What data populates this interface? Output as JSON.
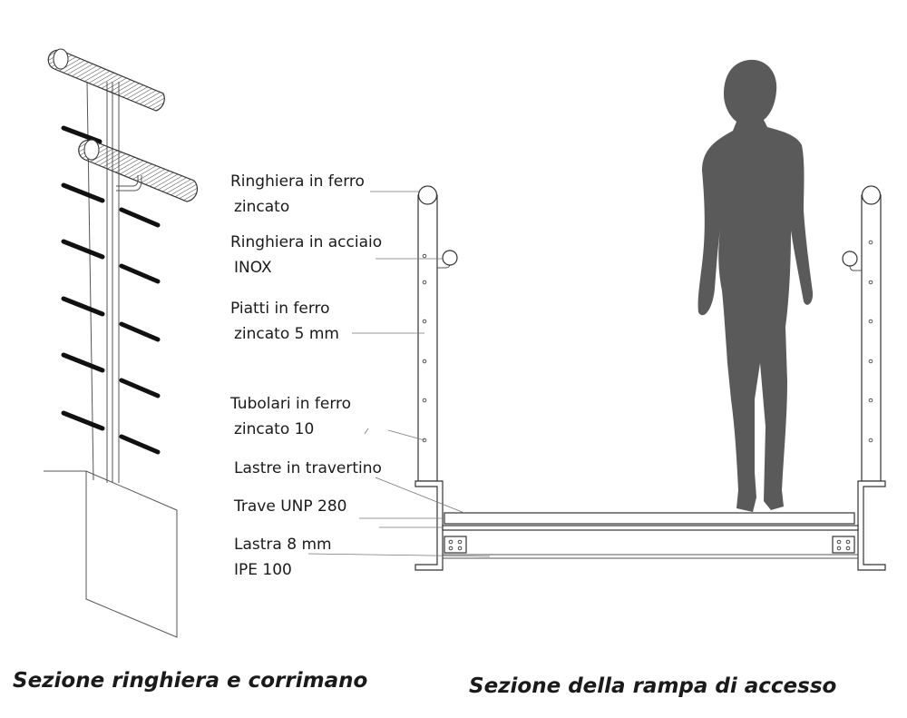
{
  "labels": {
    "ringhiera_ferro_1": "Ringhiera in ferro",
    "ringhiera_ferro_2": "zincato",
    "ringhiera_acciaio_1": "Ringhiera in acciaio",
    "ringhiera_acciaio_2": "INOX",
    "piatti_1": "Piatti in ferro",
    "piatti_2": "zincato 5 mm",
    "tubolari_1": "Tubolari in ferro",
    "tubolari_2": "zincato 10",
    "lastre": "Lastre in travertino",
    "trave": "Trave UNP 280",
    "lastra": "Lastra 8 mm",
    "ipe": "IPE 100"
  },
  "captions": {
    "left": "Sezione ringhiera e corrimano",
    "right": "Sezione della rampa di accesso"
  },
  "colors": {
    "silhouette": "#5a5a5a",
    "line": "#555555",
    "bars": "#111111"
  }
}
